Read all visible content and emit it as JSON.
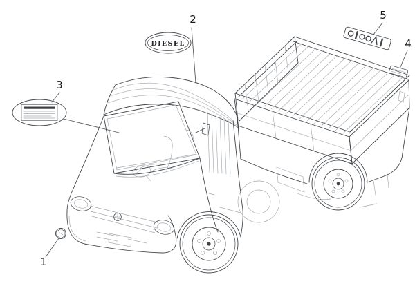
{
  "diagram": {
    "background": "#ffffff",
    "callouts": {
      "c1": "1",
      "c2": "2",
      "c3": "3",
      "c4": "4",
      "c5": "5"
    },
    "badges": {
      "diesel_label": "DIESEL"
    },
    "colors": {
      "outline": "#41464b",
      "hatch": "#a4a9ae",
      "leader": "#55595e",
      "callout_text": "#16181a"
    }
  }
}
